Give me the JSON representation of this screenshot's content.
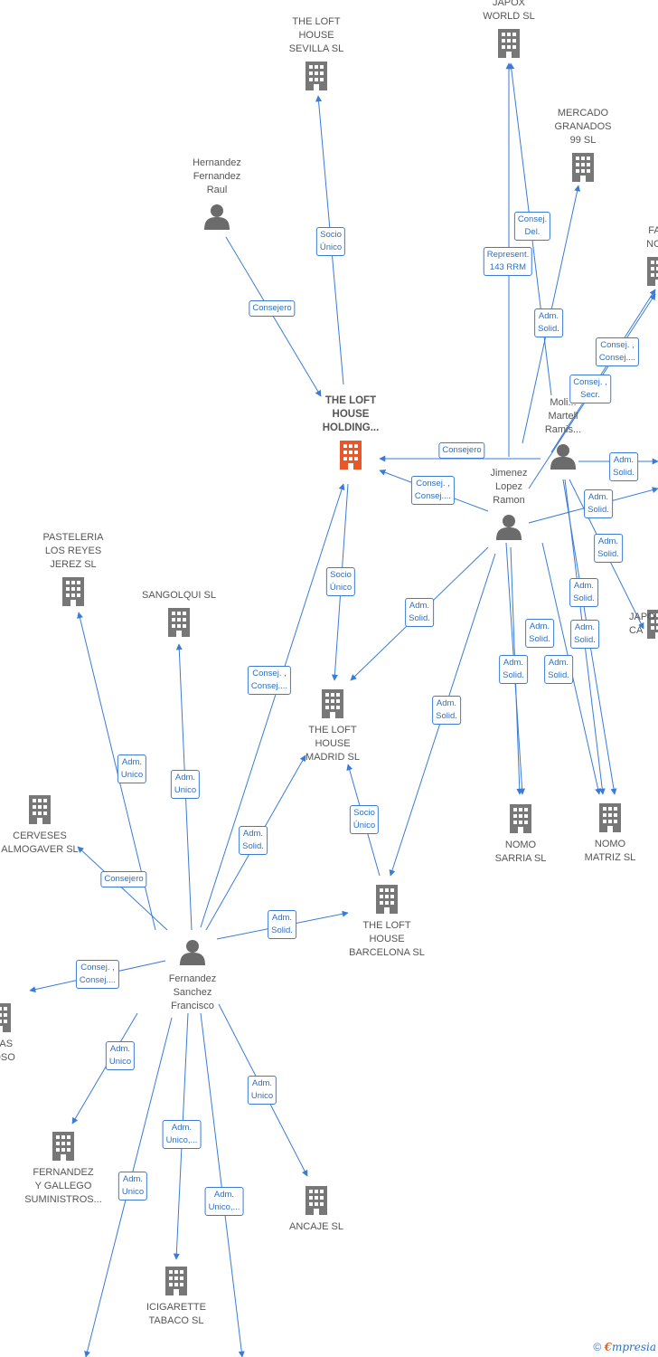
{
  "nodes": [
    {
      "id": "loft_sevilla",
      "type": "company",
      "label": "THE LOFT\nHOUSE\nSEVILLA  SL",
      "icon": "building-icon"
    },
    {
      "id": "japox_world",
      "type": "company",
      "label": "JAPOX\nWORLD  SL",
      "icon": "building-icon"
    },
    {
      "id": "mercado_granados",
      "type": "company",
      "label": "MERCADO\nGRANADOS\n99  SL",
      "icon": "building-icon"
    },
    {
      "id": "far_nom",
      "type": "company",
      "label": "FAR\nNOM",
      "icon": "building-icon"
    },
    {
      "id": "hernandez",
      "type": "person",
      "label": "Hernandez\nFernandez\nRaul",
      "icon": "person-icon"
    },
    {
      "id": "loft_holding",
      "type": "company_main",
      "label": "THE LOFT\nHOUSE\nHOLDING...",
      "icon": "building-icon",
      "color": "#e8572a"
    },
    {
      "id": "molina",
      "type": "person",
      "label": "Moli...\nMartell\nRamis...",
      "icon": "person-icon"
    },
    {
      "id": "jimenez",
      "type": "person",
      "label": "Jimenez\nLopez\nRamon",
      "icon": "person-icon"
    },
    {
      "id": "pasteleria",
      "type": "company",
      "label": "PASTELERIA\nLOS REYES\nJEREZ SL",
      "icon": "building-icon"
    },
    {
      "id": "sangolqui",
      "type": "company",
      "label": "SANGOLQUI SL",
      "icon": "building-icon"
    },
    {
      "id": "loft_madrid",
      "type": "company",
      "label": "THE LOFT\nHOUSE\nMADRID  SL",
      "icon": "building-icon"
    },
    {
      "id": "japo_ca",
      "type": "company",
      "label": "JAPO\nCA",
      "icon": "building-icon"
    },
    {
      "id": "cerveses",
      "type": "company",
      "label": "CERVESES\nALMOGAVER SL",
      "icon": "building-icon"
    },
    {
      "id": "nomo_sarria",
      "type": "company",
      "label": "NOMO\nSARRIA  SL",
      "icon": "building-icon"
    },
    {
      "id": "nomo_matriz",
      "type": "company",
      "label": "NOMO\nMATRIZ  SL",
      "icon": "building-icon"
    },
    {
      "id": "loft_barcelona",
      "type": "company",
      "label": "THE LOFT\nHOUSE\nBARCELONA  SL",
      "icon": "building-icon"
    },
    {
      "id": "fernandez",
      "type": "person",
      "label": "Fernandez\nSanchez\nFrancisco",
      "icon": "person-icon"
    },
    {
      "id": "elas_moso",
      "type": "company",
      "label": "ELAS\nMOSO",
      "icon": "building-icon"
    },
    {
      "id": "fernandez_gallego",
      "type": "company",
      "label": "FERNANDEZ\nY GALLEGO\nSUMINISTROS...",
      "icon": "building-icon"
    },
    {
      "id": "ancaje",
      "type": "company",
      "label": "ANCAJE SL",
      "icon": "building-icon"
    },
    {
      "id": "icigarette",
      "type": "company",
      "label": "ICIGARETTE\nTABACO SL",
      "icon": "building-icon"
    }
  ],
  "edge_labels": [
    {
      "id": "e1",
      "text": "Socio\nÚnico"
    },
    {
      "id": "e2",
      "text": "Consejero"
    },
    {
      "id": "e3",
      "text": "Consej.\nDel."
    },
    {
      "id": "e4",
      "text": "Represent.\n143 RRM"
    },
    {
      "id": "e5",
      "text": "Adm.\nSolid."
    },
    {
      "id": "e6",
      "text": "Consej. ,\nConsej...."
    },
    {
      "id": "e7",
      "text": "Consej. ,\nSecr."
    },
    {
      "id": "e8",
      "text": "Consejero"
    },
    {
      "id": "e9",
      "text": "Consej. ,\nConsej...."
    },
    {
      "id": "e10",
      "text": "Adm.\nSolid."
    },
    {
      "id": "e11",
      "text": "Adm.\nSolid."
    },
    {
      "id": "e12",
      "text": "Adm.\nSolid."
    },
    {
      "id": "e13",
      "text": "Socio\nÚnico"
    },
    {
      "id": "e14",
      "text": "Adm.\nSolid."
    },
    {
      "id": "e15",
      "text": "Adm.\nSolid."
    },
    {
      "id": "e16",
      "text": "Adm.\nSolid."
    },
    {
      "id": "e17",
      "text": "Adm.\nSolid."
    },
    {
      "id": "e18",
      "text": "Adm.\nSolid."
    },
    {
      "id": "e19",
      "text": "Adm.\nSolid."
    },
    {
      "id": "e20",
      "text": "Consej. ,\nConsej...."
    },
    {
      "id": "e21",
      "text": "Adm.\nUnico"
    },
    {
      "id": "e22",
      "text": "Adm.\nUnico"
    },
    {
      "id": "e23",
      "text": "Adm.\nSolid."
    },
    {
      "id": "e24",
      "text": "Adm.\nSolid."
    },
    {
      "id": "e25",
      "text": "Socio\nÚnico"
    },
    {
      "id": "e26",
      "text": "Consejero"
    },
    {
      "id": "e27",
      "text": "Adm.\nSolid."
    },
    {
      "id": "e28",
      "text": "Consej. ,\nConsej...."
    },
    {
      "id": "e29",
      "text": "Adm.\nUnico"
    },
    {
      "id": "e30",
      "text": "Adm.\nUnico"
    },
    {
      "id": "e31",
      "text": "Adm.\nUnico,..."
    },
    {
      "id": "e32",
      "text": "Adm.\nUnico"
    },
    {
      "id": "e33",
      "text": "Adm.\nUnico,..."
    }
  ],
  "colors": {
    "edge": "#3a7bd5",
    "building": "#777777",
    "main_building": "#e8572a",
    "person": "#6b6b6b"
  },
  "footer": {
    "copyright": "©",
    "brand_e": "€",
    "brand_rest": "mpresia"
  }
}
